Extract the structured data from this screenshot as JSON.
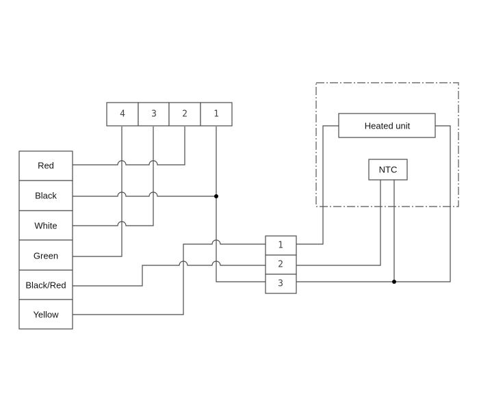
{
  "diagram": {
    "type": "wiring-diagram",
    "cable_wires": [
      "Red",
      "Black",
      "White",
      "Green",
      "Black/Red",
      "Yellow"
    ],
    "top_connector_pins": [
      "4",
      "3",
      "2",
      "1"
    ],
    "terminal_block_pins": [
      "1",
      "2",
      "3"
    ],
    "heated_unit_label": "Heated unit",
    "ntc_label": "NTC",
    "connections": [
      {
        "from": "Red",
        "to": "top_connector_pin_2"
      },
      {
        "from": "Black",
        "to": "top_connector_pin_1"
      },
      {
        "from": "White",
        "to": "top_connector_pin_3"
      },
      {
        "from": "Green",
        "to": "top_connector_pin_4"
      },
      {
        "from": "Black/Red",
        "to": "terminal_block_pin_2"
      },
      {
        "from": "Yellow",
        "to": "terminal_block_pin_1"
      },
      {
        "from": "top_connector_pin_1",
        "to": "terminal_block_pin_3"
      },
      {
        "from": "terminal_block_pin_1",
        "to": "heated_unit_left"
      },
      {
        "from": "terminal_block_pin_2",
        "to": "ntc_left"
      },
      {
        "from": "terminal_block_pin_3",
        "to": "ntc_right"
      },
      {
        "from": "terminal_block_pin_3",
        "to": "heated_unit_right"
      }
    ]
  }
}
